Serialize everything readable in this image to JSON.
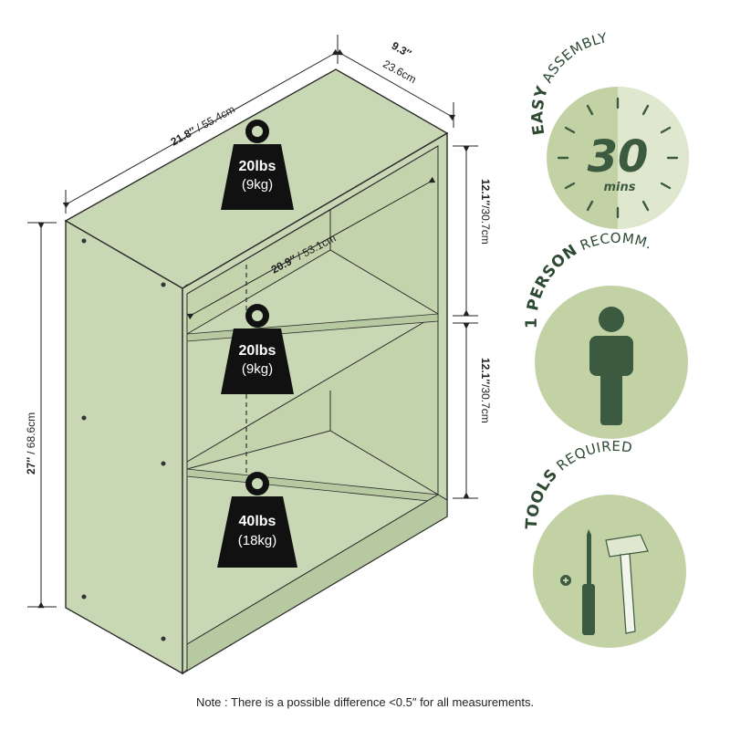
{
  "colors": {
    "shelf_fill": "#c9d8b4",
    "shelf_stroke": "#2b2b2b",
    "weight_fill": "#111111",
    "badge_fill": "#c2d2a5",
    "badge_light": "#dfe8cf",
    "badge_dark": "#3b5a3f"
  },
  "dimensions": {
    "width": {
      "primary": "21.8″",
      "secondary": "/ 55.4cm"
    },
    "depth": {
      "primary": "9.3″",
      "secondary": "23.6cm"
    },
    "height": {
      "primary": "27″",
      "secondary": "/ 68.6cm"
    },
    "inner_width": {
      "primary": "20.9″",
      "secondary": "/ 53.1cm"
    },
    "upper_shelf": {
      "primary": "12.1″",
      "secondary": "/30.7cm"
    },
    "lower_shelf": {
      "primary": "12.1″",
      "secondary": "/30.7cm"
    }
  },
  "weights": [
    {
      "lbs": "20lbs",
      "kg": "(9kg)"
    },
    {
      "lbs": "20lbs",
      "kg": "(9kg)"
    },
    {
      "lbs": "40lbs",
      "kg": "(18kg)"
    }
  ],
  "badges": {
    "assembly": {
      "strong": "EASY",
      "rest": "ASSEMBLY",
      "number": "30",
      "unit": "mins",
      "icon": "clock-icon"
    },
    "person": {
      "strong": "1 PERSON",
      "rest": "RECOMM.",
      "icon": "person-icon"
    },
    "tools": {
      "strong": "TOOLS",
      "rest": "REQUIRED",
      "icon": "tools-icon"
    }
  },
  "note": "Note : There is a possible difference <0.5″ for all measurements."
}
